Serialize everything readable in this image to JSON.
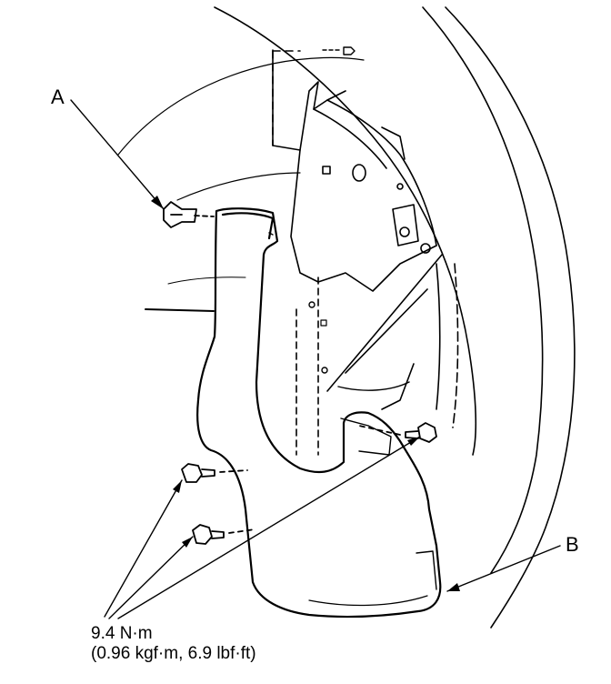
{
  "labels": {
    "callout_a": "A",
    "callout_b": "B"
  },
  "torque_spec": {
    "line1": "9.4 N·m",
    "line2": "(0.96 kgf·m, 6.9 lbf·ft)"
  },
  "colors": {
    "ink": "#000000",
    "paper": "#ffffff"
  }
}
